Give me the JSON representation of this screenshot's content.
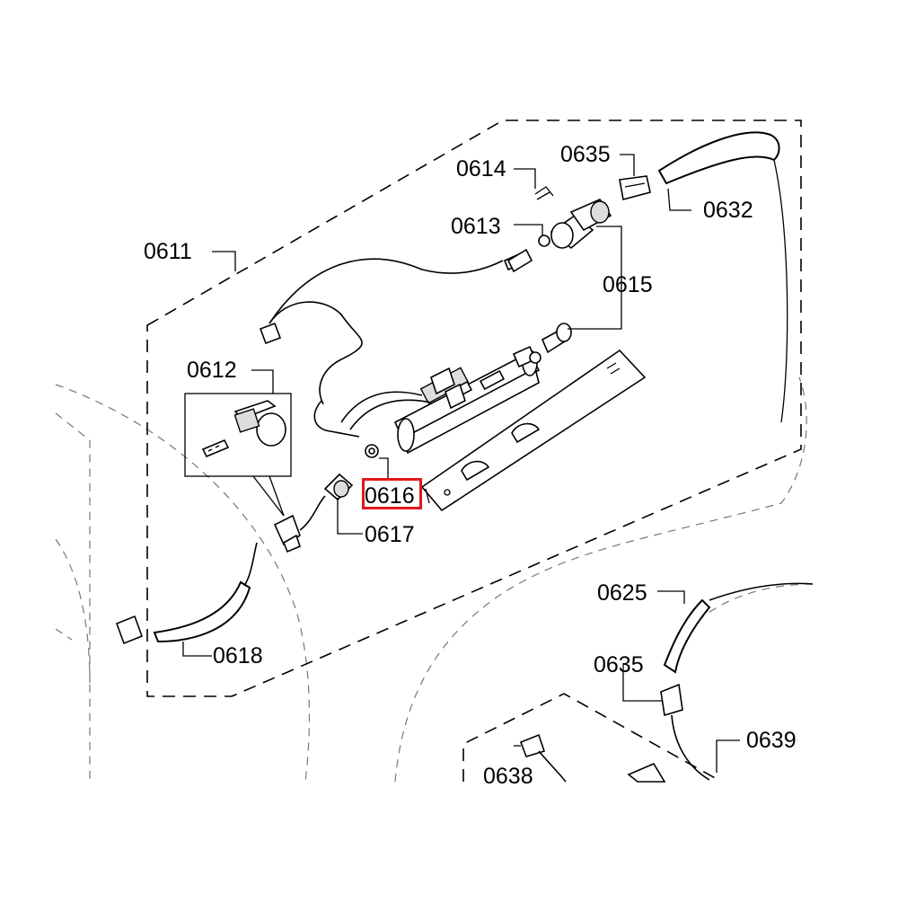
{
  "labels": {
    "l0611": "0611",
    "l0612": "0612",
    "l0613": "0613",
    "l0614": "0614",
    "l0615": "0615",
    "l0616": "0616",
    "l0617": "0617",
    "l0618": "0618",
    "l0625": "0625",
    "l0632": "0632",
    "l0635a": "0635",
    "l0635b": "0635",
    "l0638": "0638",
    "l0639": "0639"
  },
  "highlight": {
    "part": "0616",
    "color": "#e01818"
  }
}
